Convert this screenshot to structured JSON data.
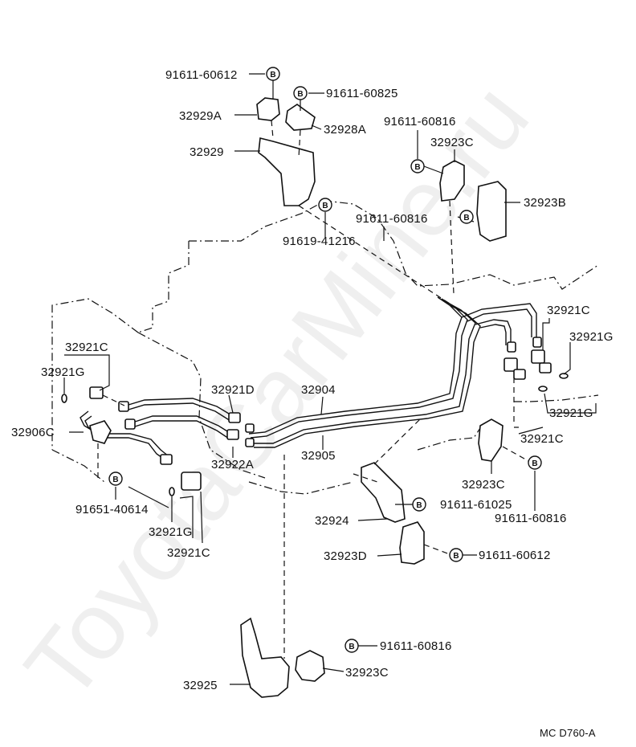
{
  "diagram_code": "MC D760-A",
  "watermark": "ToyotaCarMine.ru",
  "bolt_marker": "B",
  "labels": {
    "l91611_60612_top": "91611-60612",
    "l91611_60825": "91611-60825",
    "l32929A": "32929A",
    "l32928A": "32928A",
    "l32929": "32929",
    "l91611_60816_a": "91611-60816",
    "l32923C_a": "32923C",
    "l32923B": "32923B",
    "l91611_60816_b": "91611-60816",
    "l91619_41216": "91619-41216",
    "l32921C_r1": "32921C",
    "l32921G_r1": "32921G",
    "l32921C_l1": "32921C",
    "l32921G_l1": "32921G",
    "l32921D": "32921D",
    "l32904": "32904",
    "l32906C": "32906C",
    "l32921G_r2": "32921G",
    "l32921C_r2": "32921C",
    "l32922A": "32922A",
    "l32905": "32905",
    "l32923C_b": "32923C",
    "l91651_40614": "91651-40614",
    "l91611_61025": "91611-61025",
    "l91611_60816_c": "91611-60816",
    "l32924": "32924",
    "l32921G_b": "32921G",
    "l32921C_b": "32921C",
    "l32923D": "32923D",
    "l91611_60612_b": "91611-60612",
    "l91611_60816_d": "91611-60816",
    "l32925": "32925",
    "l32923C_c": "32923C"
  }
}
